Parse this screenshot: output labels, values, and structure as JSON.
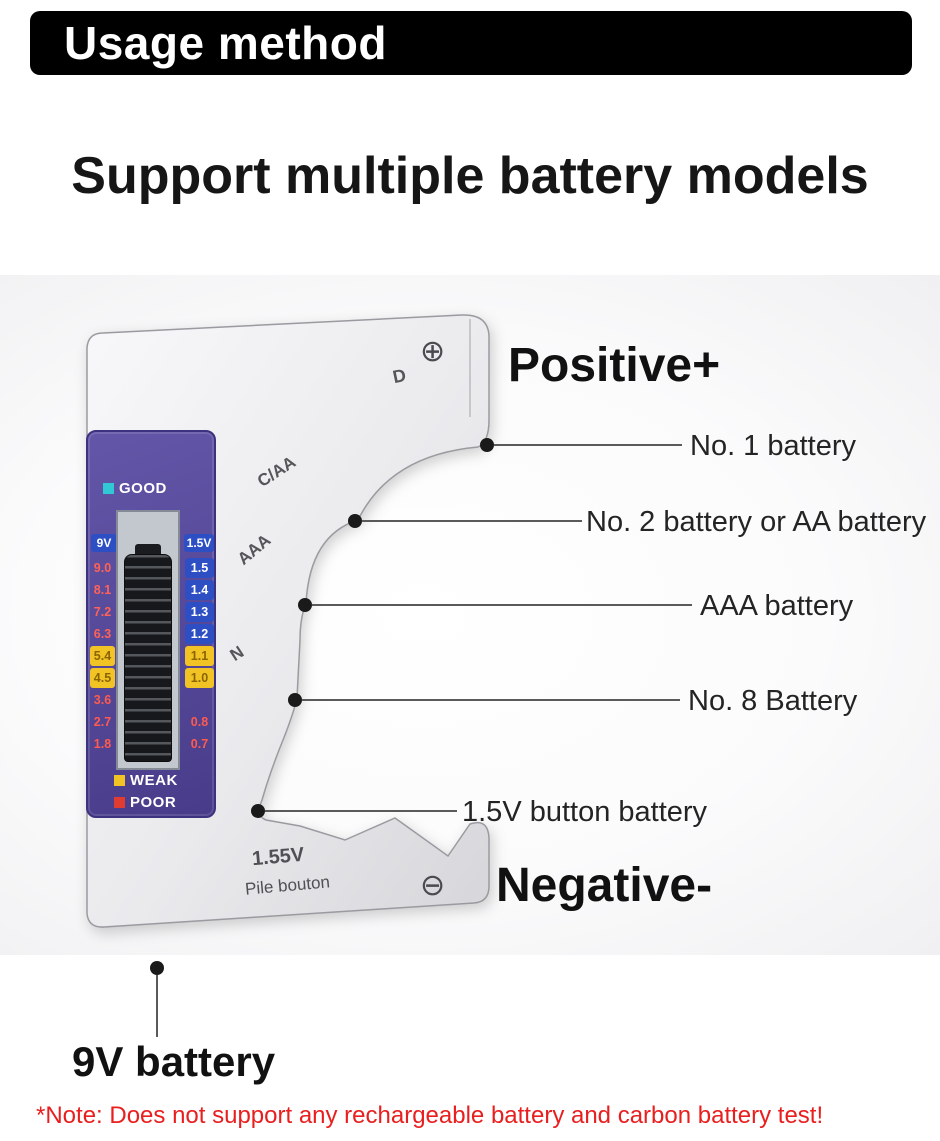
{
  "banner": {
    "title": "Usage method"
  },
  "heading": {
    "title": "Support multiple battery models"
  },
  "device": {
    "terminals": {
      "positive": "⊕",
      "negative": "⊖"
    },
    "slot_labels": [
      "D",
      "C/AA",
      "AAA",
      "N"
    ],
    "button_cell": {
      "line1": "1.55V",
      "line2": "Pile bouton"
    },
    "display": {
      "good_label": "GOOD",
      "weak_label": "WEAK",
      "poor_label": "POOR",
      "left_header": "9V",
      "right_header": "1.5V",
      "rows": [
        {
          "left": "9.0",
          "right": "1.5",
          "zone": "good"
        },
        {
          "left": "8.1",
          "right": "1.4",
          "zone": "good"
        },
        {
          "left": "7.2",
          "right": "1.3",
          "zone": "good"
        },
        {
          "left": "6.3",
          "right": "1.2",
          "zone": "good"
        },
        {
          "left": "5.4",
          "right": "1.1",
          "zone": "weak"
        },
        {
          "left": "4.5",
          "right": "1.0",
          "zone": "weak"
        },
        {
          "left": "3.6",
          "right": "",
          "zone": "poor"
        },
        {
          "left": "2.7",
          "right": "0.8",
          "zone": "poor"
        },
        {
          "left": "1.8",
          "right": "0.7",
          "zone": "poor"
        }
      ],
      "status_colors": {
        "good": "#2fc8d4",
        "weak": "#f2c324",
        "poor": "#e03c31"
      }
    }
  },
  "annotations": {
    "positive_label": "Positive+",
    "negative_label": "Negative-",
    "callouts": [
      "No. 1 battery",
      "No. 2 battery or AA battery",
      "AAA battery",
      "No. 8 Battery",
      "1.5V button battery"
    ],
    "bottom_callout": "9V battery"
  },
  "note": "*Note: Does not support any rechargeable battery and carbon battery test!",
  "colors": {
    "banner_bg": "#000000",
    "note_text": "#e81f1e",
    "lcd_purple": "#554898",
    "scale_chip_blue": "#2e4fc4"
  }
}
